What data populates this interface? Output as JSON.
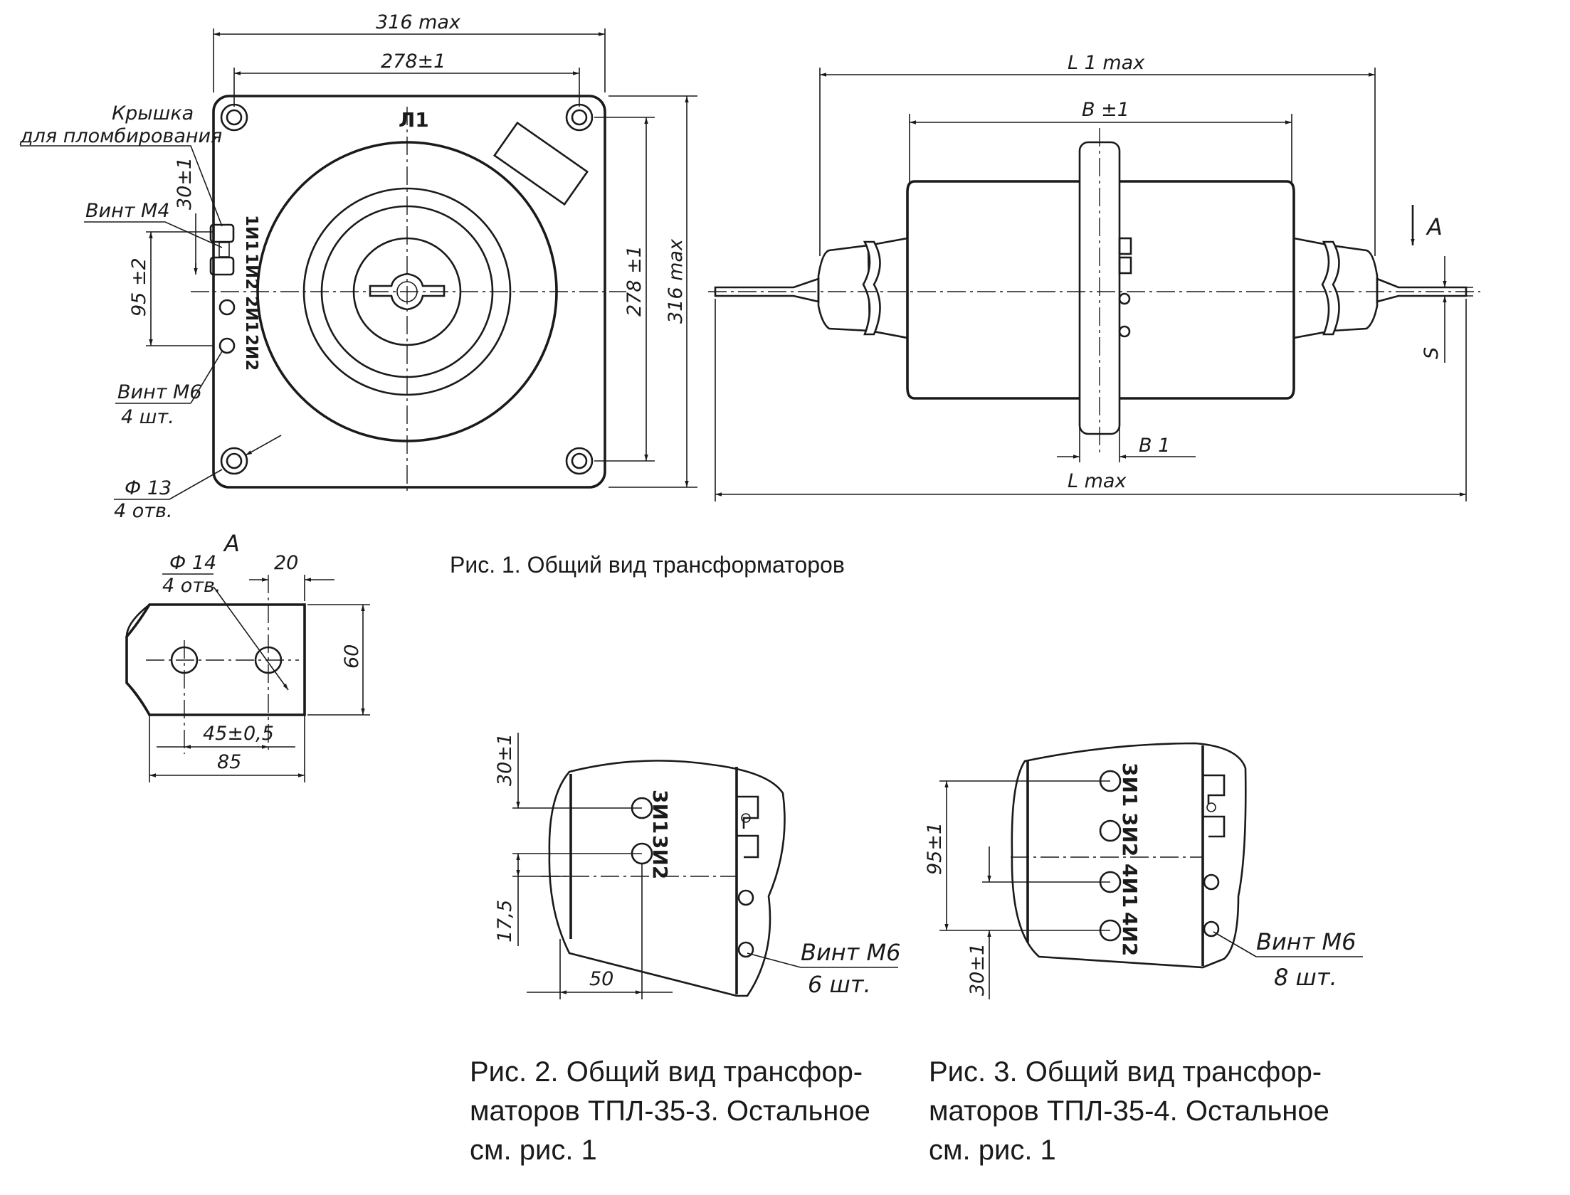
{
  "fig1": {
    "dims": {
      "width_max": "316 max",
      "hole_spacing": "278±1",
      "height_hole": "278 ±1",
      "height_max": "316 max",
      "lid_offset": "30±1",
      "term_spacing": "95 ±2",
      "L1_max": "L 1 max",
      "B": "B ±1",
      "B1": "B 1",
      "L_max": "L max",
      "S": "S",
      "view_arrow": "A"
    },
    "labels": {
      "lid_line1": "Крышка",
      "lid_line2": "для пломбирования",
      "screw_m4": "Винт М4",
      "screw_m6": "Винт М6",
      "screw_m6_qty": "4 шт.",
      "hole_dia": "Ф 13",
      "hole_qty": "4 отв."
    },
    "terminals": [
      "Л1",
      "1И1",
      "1И2",
      "2И1",
      "2И2"
    ],
    "caption": "Рис. 1. Общий вид трансформаторов"
  },
  "viewA": {
    "title": "А",
    "hole_dia": "Ф 14",
    "hole_qty": "4 отв.",
    "dim_20": "20",
    "dim_60": "60",
    "dim_45": "45±0,5",
    "dim_85": "85"
  },
  "fig2": {
    "dims": {
      "d30": "30±1",
      "d175": "17,5",
      "d50": "50"
    },
    "terminals": [
      "3И1",
      "3И2"
    ],
    "screw": "Винт М6",
    "screw_qty": "6 шт.",
    "caption": [
      "Рис. 2.  Общий вид трансфор-",
      "маторов ТПЛ-35-3. Остальное",
      "см. рис. 1"
    ]
  },
  "fig3": {
    "dims": {
      "d95": "95±1",
      "d30": "30±1"
    },
    "terminals": [
      "3И1",
      "3И2",
      "4И1",
      "4И2"
    ],
    "screw": "Винт М6",
    "screw_qty": "8 шт.",
    "caption": [
      "Рис. 3.  Общий вид трансфор-",
      "маторов ТПЛ-35-4. Остальное",
      "см. рис. 1"
    ]
  },
  "colors": {
    "ink": "#1a1a1a",
    "paper": "#ffffff"
  }
}
